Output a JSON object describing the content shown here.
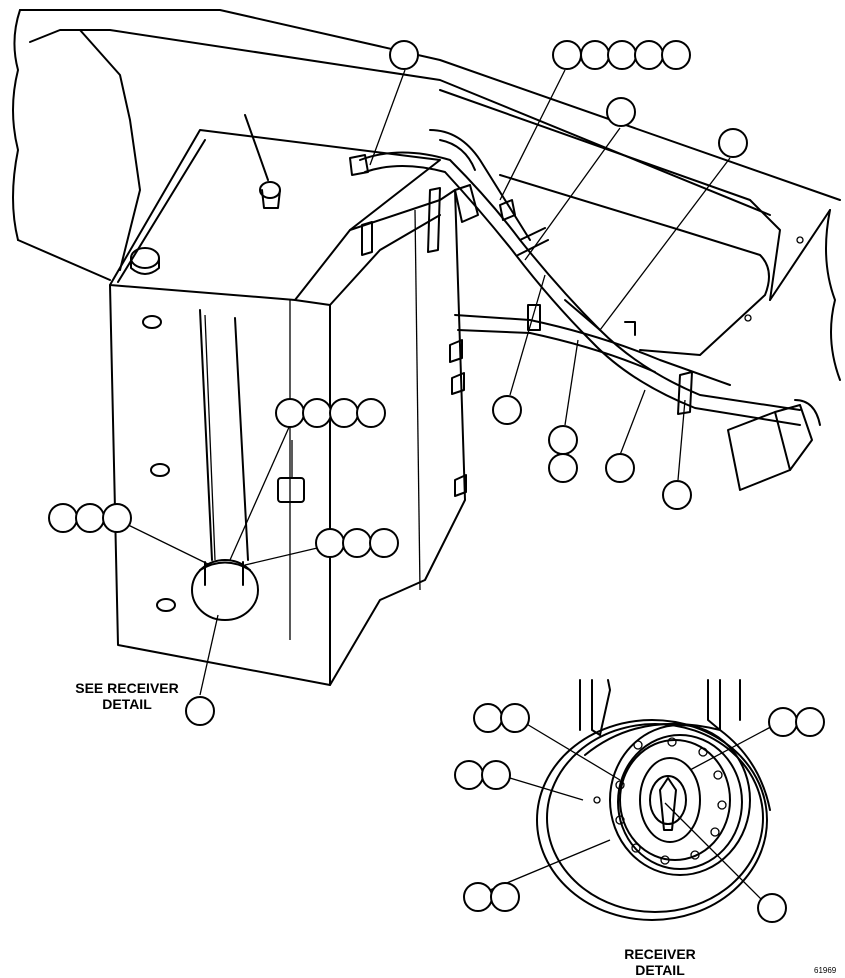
{
  "labels": {
    "see_receiver_line1": "SEE RECEIVER",
    "see_receiver_line2": "DETAIL",
    "receiver_line1": "RECEIVER",
    "receiver_line2": "DETAIL",
    "drawing_code": "61969"
  }
}
